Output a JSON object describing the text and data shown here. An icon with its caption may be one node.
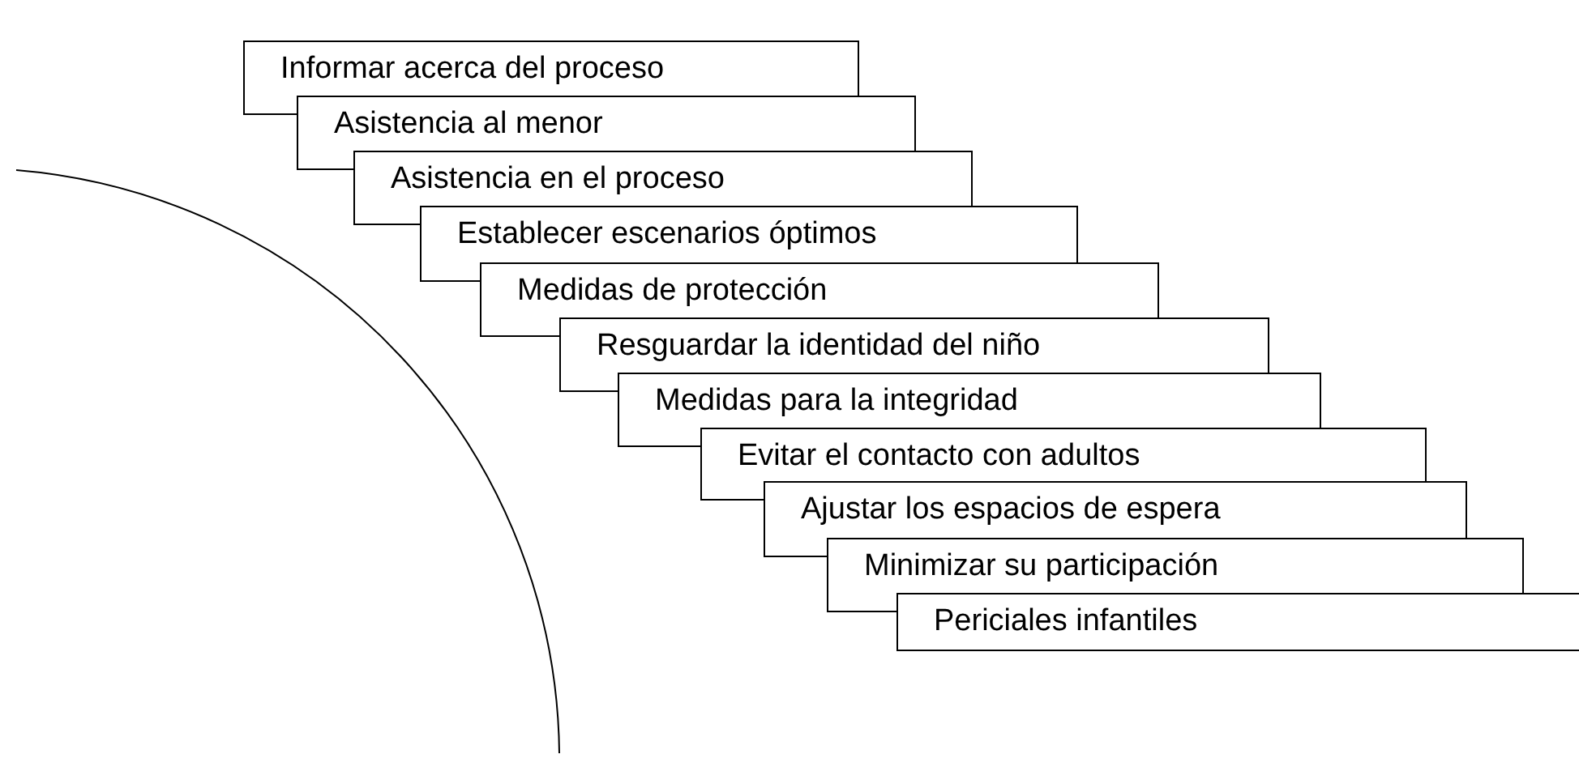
{
  "diagram": {
    "nodes": [
      {
        "text": [
          "Informar acerca del proceso"
        ]
      },
      {
        "text": [
          "Asistencia al menor"
        ]
      },
      {
        "text": [
          "Asistencia en el proceso"
        ]
      },
      {
        "text": [
          "Establecer escenarios óptimos"
        ]
      },
      {
        "text": [
          "Medidas de protección"
        ]
      },
      {
        "text": [
          "Resguardar la identidad del niño"
        ]
      },
      {
        "text": [
          "Medidas para la integridad"
        ]
      },
      {
        "text": [
          "Evitar el contacto con adultos"
        ]
      },
      {
        "text": [
          "Ajustar los espacios de espera"
        ]
      },
      {
        "text": [
          "Minimizar su participación"
        ]
      },
      {
        "text": [
          "Periciales infantiles"
        ]
      }
    ]
  }
}
